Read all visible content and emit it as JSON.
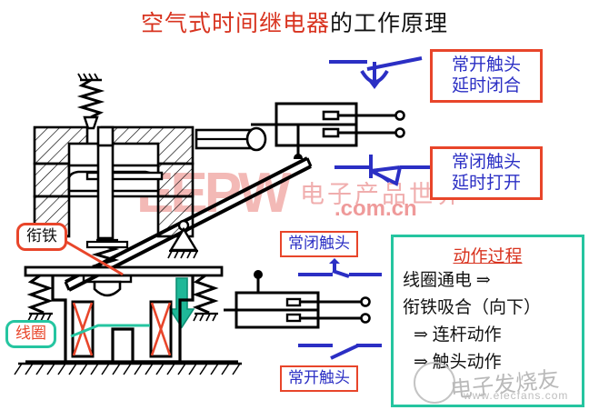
{
  "title": {
    "red_part": "空气式时间继电器",
    "black_part": "的工作原理"
  },
  "callouts": {
    "no_delay_close": "常开触头\n延时闭合",
    "no_delay_close_line1": "常开触头",
    "no_delay_close_line2": "延时闭合",
    "nc_delay_open_line1": "常闭触头",
    "nc_delay_open_line2": "延时打开",
    "nc_contact": "常闭触头",
    "no_contact": "常开触头"
  },
  "part_labels": {
    "armature": "衔铁",
    "coil": "线圈"
  },
  "process": {
    "title": "动作过程",
    "lines": [
      "线圈通电  ⇒",
      "衔铁吸合（向下）",
      "⇒  连杆动作",
      "⇒  触头动作"
    ],
    "line1": "线圈通电  ⇒",
    "line2": "衔铁吸合（向下）",
    "line3": "⇒  连杆动作",
    "line4": "⇒  触头动作"
  },
  "watermarks": {
    "eepw": "EEPW",
    "cn_text": "电子产品世界",
    "cn_url": ".com.cn",
    "elecfans_text": "电子发烧友",
    "elecfans_url": "www.elecfans.com"
  },
  "colors": {
    "title_red": "#d8331f",
    "box_border_red": "#e8452a",
    "label_blue": "#2b2fc4",
    "panel_teal": "#25c5a0",
    "arrow_teal": "#13a88a",
    "coil_red": "#e8452a",
    "diagram_black": "#000000"
  },
  "symbols": {
    "no_delay_close_symbol": "normally-open-delay-close-contact",
    "nc_delay_open_symbol": "normally-closed-delay-open-contact",
    "nc_contact_symbol": "normally-closed-contact",
    "no_contact_symbol": "normally-open-contact",
    "motion_arrow": "down-arrow",
    "ground": "ground-hatch"
  }
}
